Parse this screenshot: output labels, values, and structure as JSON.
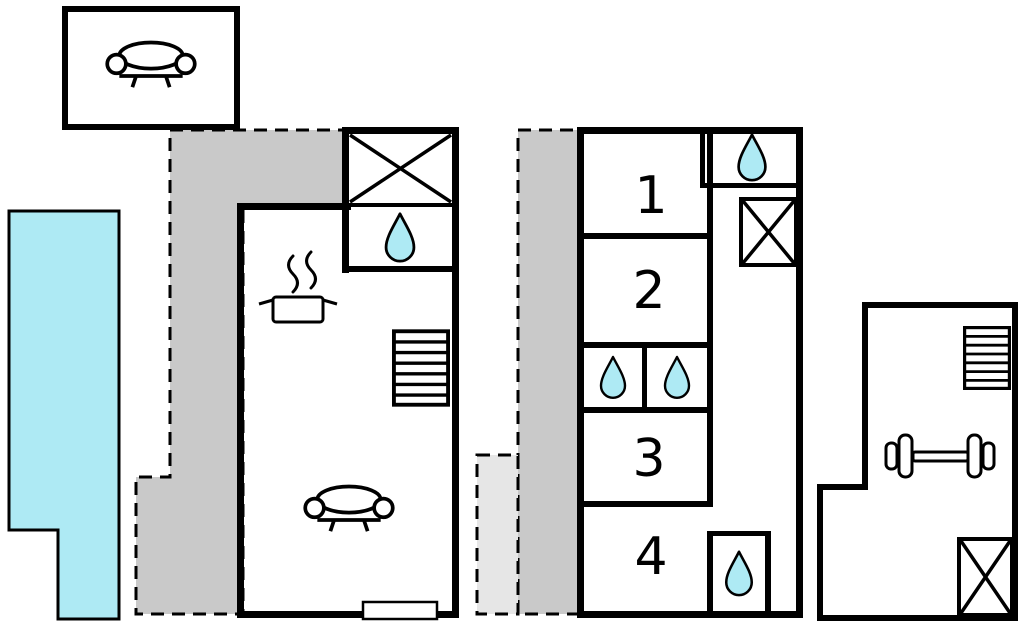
{
  "document": {
    "type": "floor-plan"
  },
  "colors": {
    "water": "#aeeaf4",
    "terrace_dark": "#c9c9c9",
    "terrace_light": "#e6e6e6",
    "wall": "#000000",
    "background": "#ffffff"
  },
  "rooms": [
    {
      "label": "1"
    },
    {
      "label": "2"
    },
    {
      "label": "3"
    },
    {
      "label": "4"
    }
  ],
  "icons": {
    "sofa": "sofa-icon",
    "water_drop": "water-drop-icon",
    "stairs": "stairs-icon",
    "stove": "stove-steam-icon",
    "dumbbell": "dumbbell-icon",
    "crossed_box": "crossed-box-icon"
  }
}
